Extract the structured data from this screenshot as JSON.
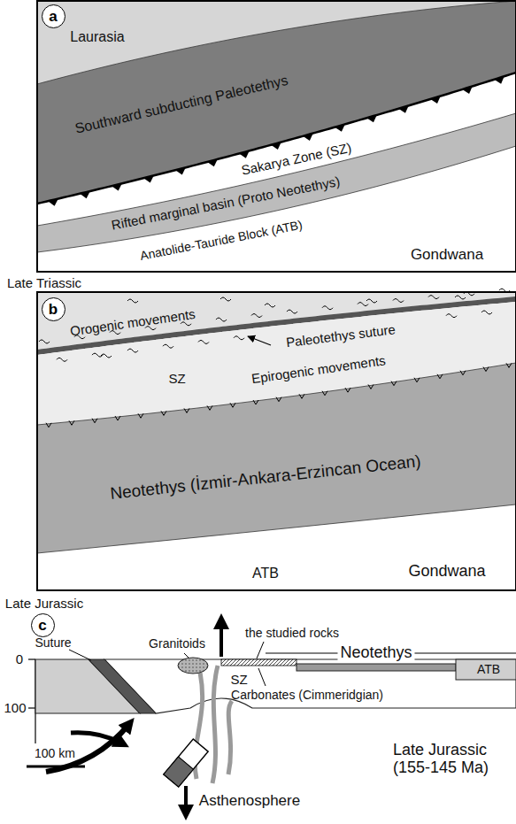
{
  "diagram": {
    "nodes": [
      {
        "text": [
          "a"
        ]
      },
      {
        "text": [
          "b"
        ]
      },
      {
        "text": [
          "c"
        ]
      }
    ],
    "labels": [
      "Laurasia",
      "Southward subducting Paleotethys",
      "Sakarya Zone (SZ)",
      "Rifted marginal basin (Proto Neotethys)",
      "Anatolide-Tauride Block (ATB)",
      "Gondwana",
      "Late Triassic",
      "Orogenic movements",
      "Paleotethys suture",
      "SZ",
      "Epirogenic movements",
      "Neotethys (İzmir-Ankara-Erzincan Ocean)",
      "ATB",
      "Gondwana",
      "Late Jurassic",
      "0",
      "100",
      "Suture",
      "Granitoids",
      "the studied rocks",
      "Neotethys",
      "SZ",
      "ATB",
      "Carbonates (Cimmeridgian)",
      "100 km",
      "Asthenosphere",
      "Late Jurassic (155-145 Ma)"
    ]
  }
}
